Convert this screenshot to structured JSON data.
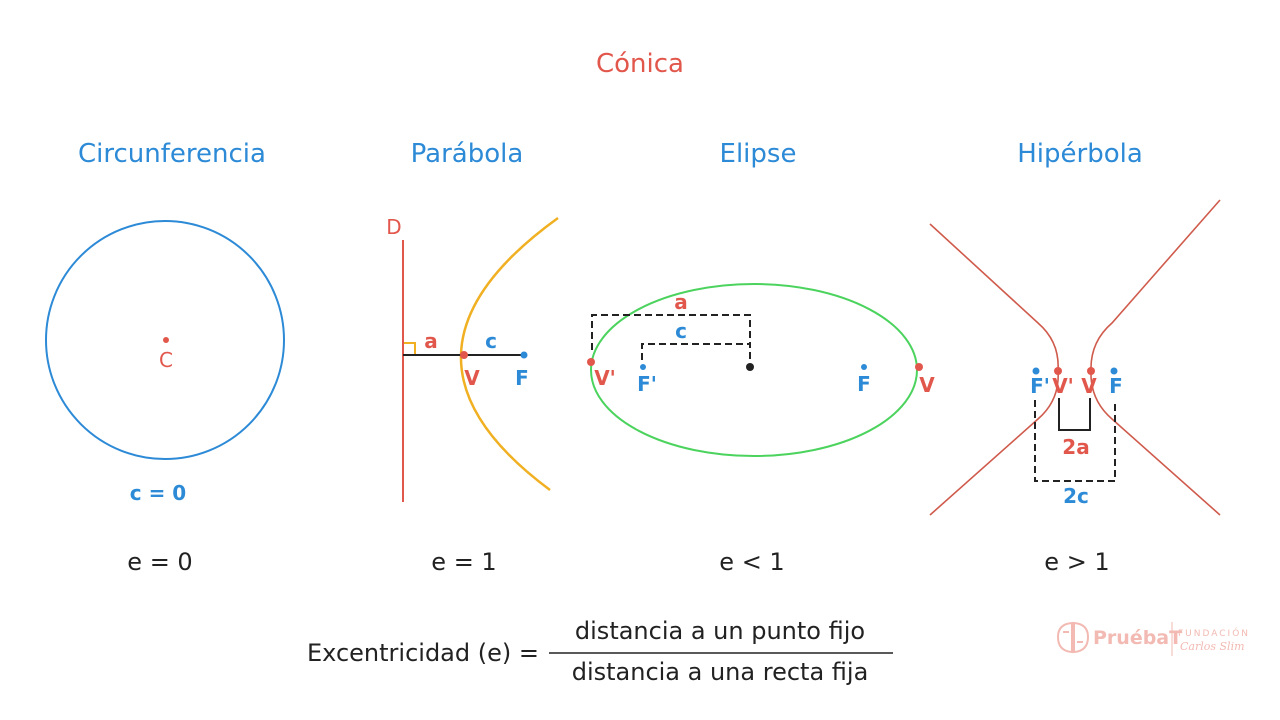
{
  "title": "Cónica",
  "colors": {
    "red": "#e2574c",
    "blue": "#2d8ad6",
    "orange": "#f0b022",
    "green": "#4cd35e",
    "hyperbola": "#cf5b4c",
    "dark": "#222222",
    "logo": "#f1b3aa"
  },
  "circumference": {
    "heading": "Circunferencia",
    "center_label": "C",
    "note": "c = 0",
    "eccentricity": "e = 0"
  },
  "parabola": {
    "heading": "Parábola",
    "directrix_label": "D",
    "a_label": "a",
    "c_label": "c",
    "vertex_label": "V",
    "focus_label": "F",
    "eccentricity": "e = 1"
  },
  "ellipse": {
    "heading": "Elipse",
    "a_label": "a",
    "c_label": "c",
    "v_prime_label": "V'",
    "f_prime_label": "F'",
    "f_label": "F",
    "v_label": "V",
    "eccentricity": "e < 1"
  },
  "hyperbola": {
    "heading": "Hipérbola",
    "f_prime_label": "F'",
    "v_prime_label": "V'",
    "v_label": "V",
    "f_label": "F",
    "two_a_label": "2a",
    "two_c_label": "2c",
    "eccentricity": "e > 1"
  },
  "formula": {
    "lhs": "Excentricidad (e) =",
    "numerator": "distancia a un punto fijo",
    "denominator": "distancia a una recta fija"
  },
  "logo": {
    "brand": "PruébaT",
    "org_top": "FUNDACIÓN",
    "org_bottom": "Carlos Slim"
  }
}
